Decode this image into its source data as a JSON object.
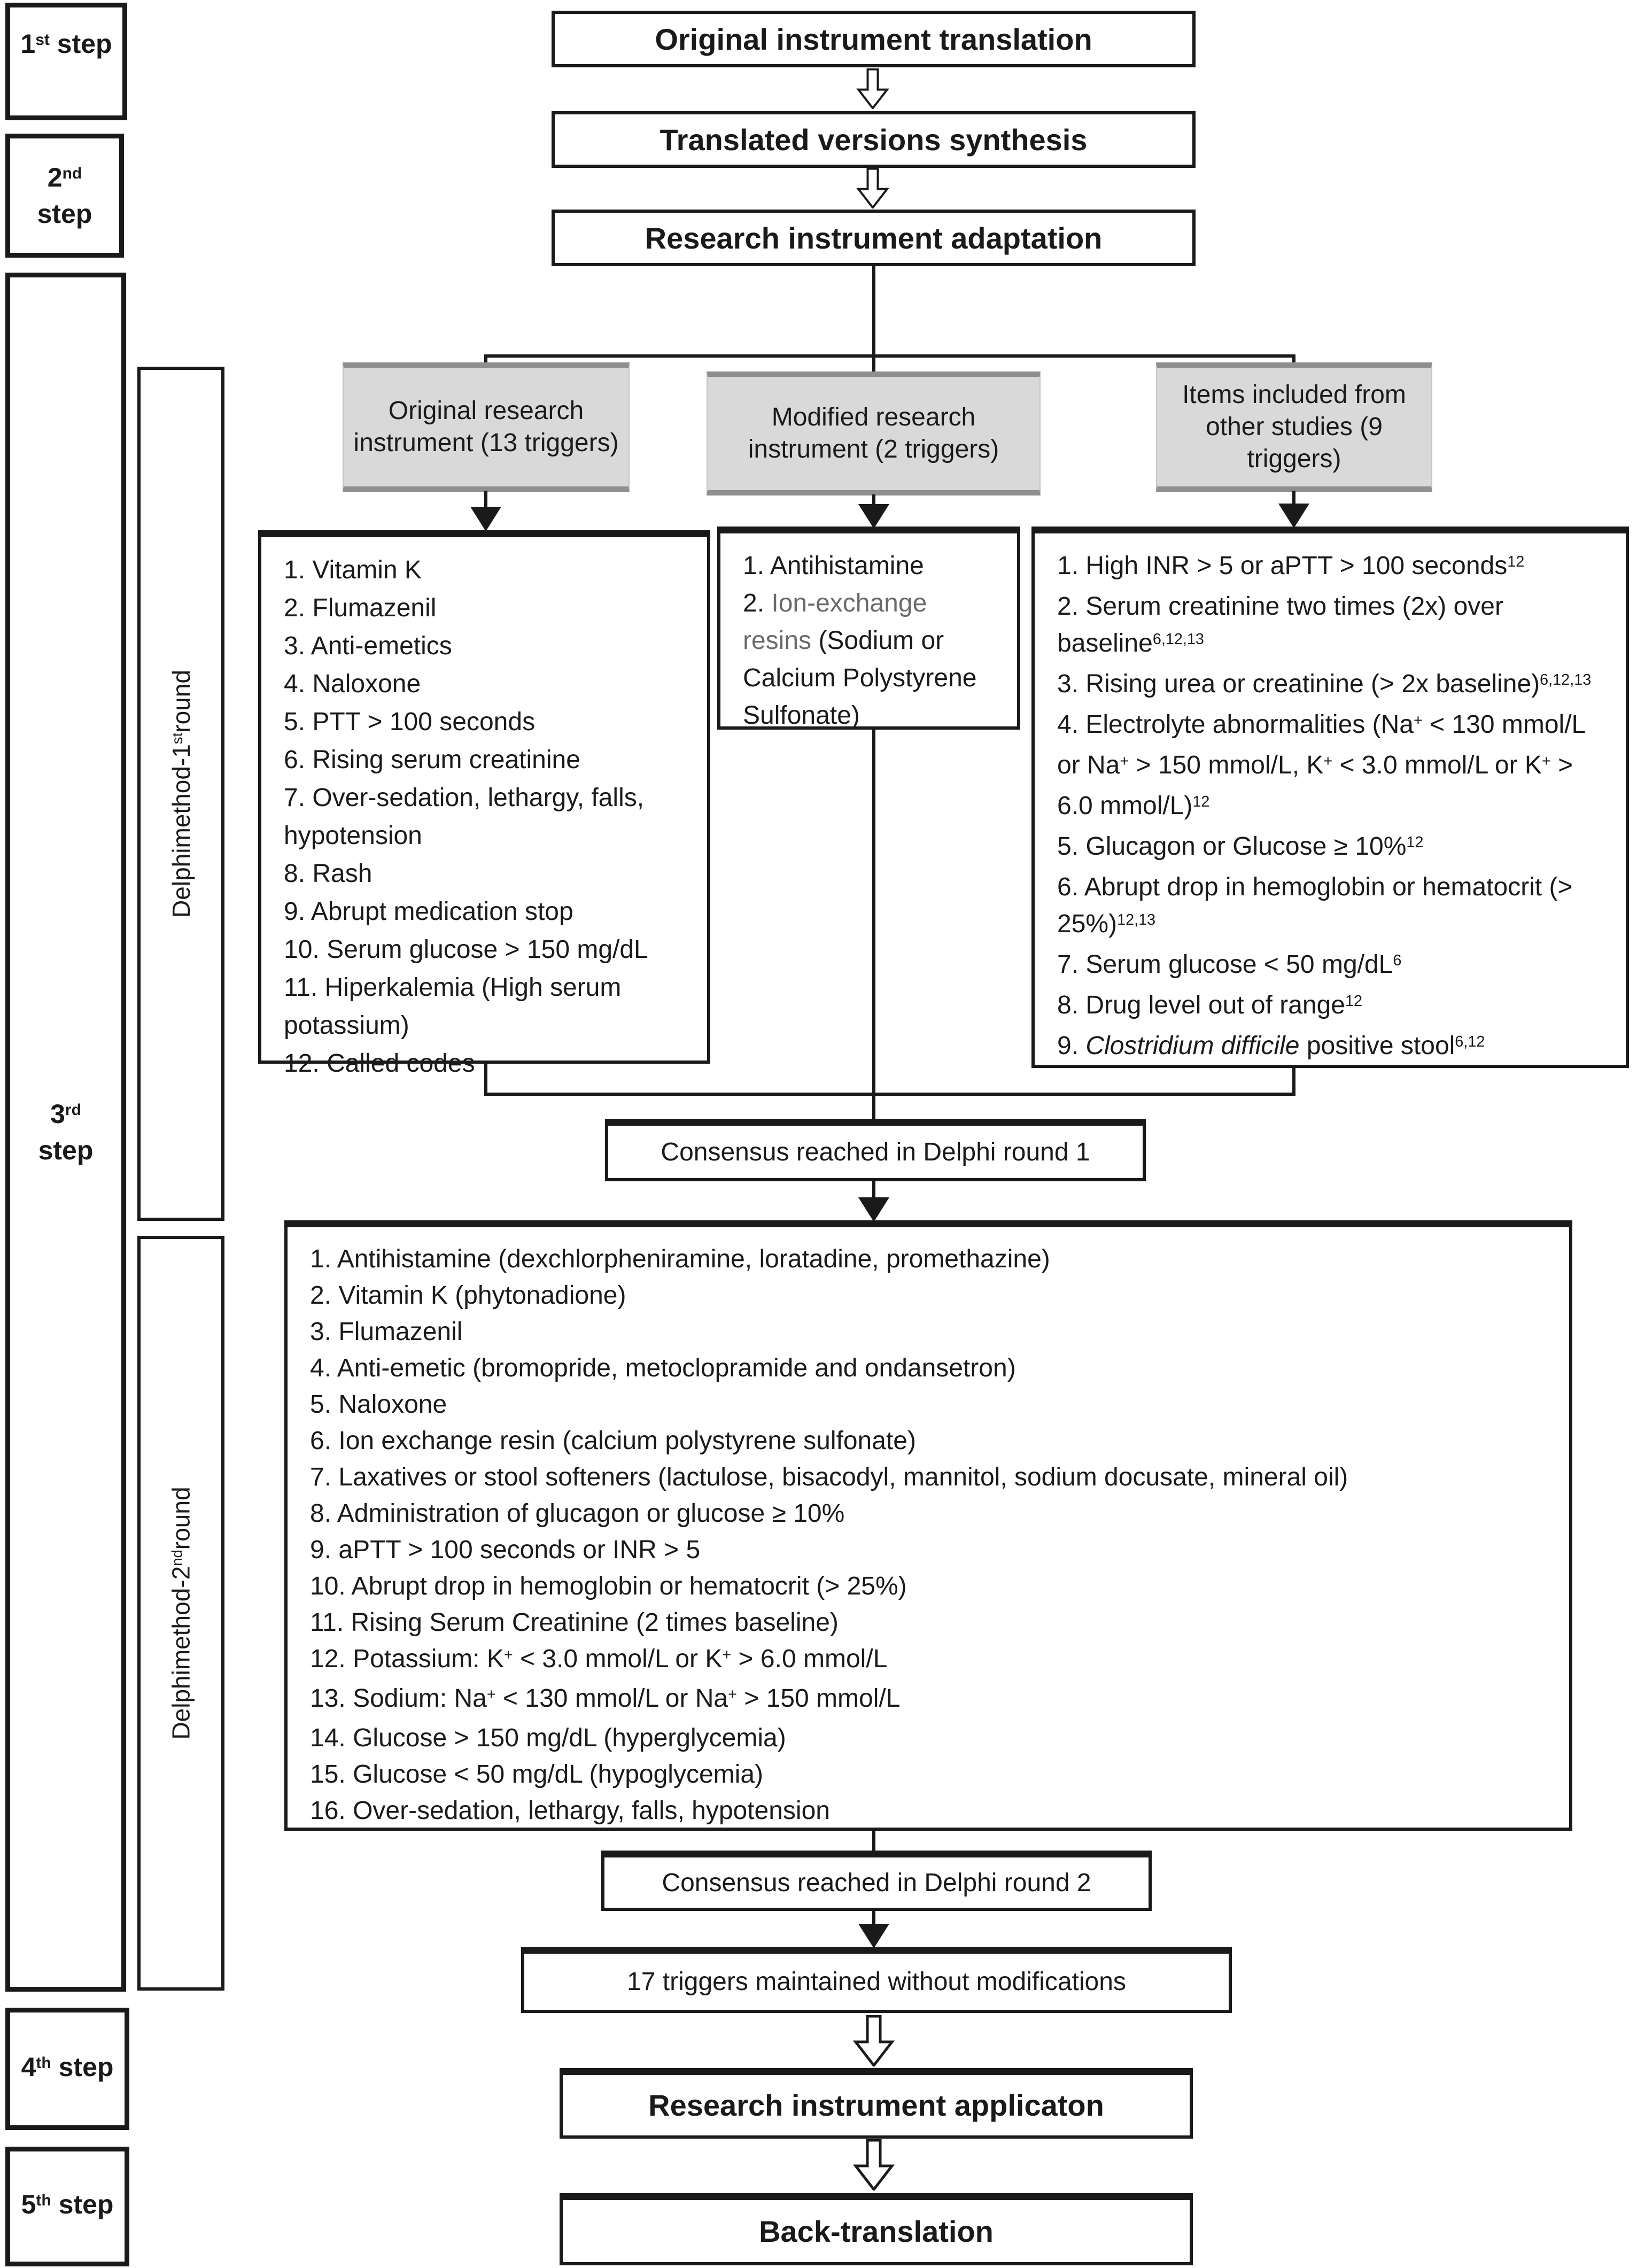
{
  "diagram": {
    "steps": [
      {
        "label": "1<sup>st</sup> step"
      },
      {
        "label": "2<sup>nd</sup><br>step"
      },
      {
        "label": "3<sup>rd</sup><br>step"
      },
      {
        "label": "4<sup>th</sup> step"
      },
      {
        "label": "5<sup>th</sup> step"
      }
    ],
    "rounds": [
      {
        "label": "Delphimethod-1<sup>st</sup>round"
      },
      {
        "label": "Delphimethod-2<sup>nd</sup>round"
      }
    ],
    "top_flow": [
      {
        "label": "Original instrument translation"
      },
      {
        "label": "Translated versions synthesis"
      },
      {
        "label": "Research instrument adaptation"
      }
    ],
    "branches": [
      {
        "label": "Original research instrument (13 triggers)",
        "items": [
          "1. Vitamin K",
          "2. Flumazenil",
          "3. Anti-emetics",
          "4. Naloxone",
          "5. PTT &gt; 100 seconds",
          "6. Rising serum creatinine",
          "7. Over-sedation, lethargy, falls, hypotension",
          "8. Rash",
          "9. Abrupt medication stop",
          "10. Serum glucose &gt; 150 mg/dL",
          "11. Hiperkalemia (High serum potassium)",
          "12. Called codes"
        ]
      },
      {
        "label": "Modified research instrument (2 triggers)",
        "items": [
          "1. Antihistamine",
          "2. <span class=\"dim\">Ion-exchange resins</span> (Sodium or Calcium Polystyrene Sulfonate)"
        ]
      },
      {
        "label": "Items included from other studies (9 triggers)",
        "items": [
          "1. High INR &gt; 5 or aPTT &gt; 100 seconds<sup>12</sup>",
          "2. Serum creatinine two times (2x) over baseline<sup>6,12,13</sup>",
          "3. Rising urea or creatinine (&gt; 2x baseline)<sup>6,12,13</sup>",
          "4. Electrolyte abnormalities (Na<sup>+</sup> &lt; 130 mmol/L or Na<sup>+</sup> &gt; 150 mmol/L, K<sup>+</sup> &lt; 3.0 mmol/L or K<sup>+</sup> &gt; 6.0 mmol/L)<sup>12</sup>",
          "5. Glucagon or Glucose &#8805; 10%<sup>12</sup>",
          "6. Abrupt drop in hemoglobin or hematocrit (&gt; 25%)<sup>12,13</sup>",
          "7. Serum glucose &lt; 50 mg/dL<sup>6</sup>",
          "8. Drug level out of range<sup>12</sup>",
          "9. <i>Clostridium difficile</i> positive stool<sup>6,12</sup>"
        ]
      }
    ],
    "consensus1": "Consensus reached in Delphi round 1",
    "round2_items": [
      "1. Antihistamine (dexchlorpheniramine, loratadine, promethazine)",
      "2. Vitamin K (phytonadione)",
      "3. Flumazenil",
      "4. Anti-emetic (bromopride, metoclopramide and ondansetron)",
      "5. Naloxone",
      "6. Ion exchange resin (calcium polystyrene sulfonate)",
      "7. Laxatives or stool softeners (lactulose, bisacodyl, mannitol, sodium docusate, mineral oil)",
      "8. Administration of glucagon or glucose &#8805; 10%",
      "9. aPTT &gt; 100 seconds or INR &gt; 5",
      "10. Abrupt drop in hemoglobin or hematocrit (&gt; 25%)",
      "11. Rising Serum Creatinine (2 times baseline)",
      "12. Potassium: K<sup>+</sup> &lt; 3.0 mmol/L or K<sup>+</sup> &gt; 6.0 mmol/L",
      "13. Sodium: Na<sup>+</sup> &lt; 130 mmol/L or Na<sup>+</sup> &gt; 150 mmol/L",
      "14. Glucose &gt; 150 mg/dL (hyperglycemia)",
      "15. Glucose &lt; 50 mg/dL (hypoglycemia)",
      "16. Over-sedation, lethargy, falls, hypotension"
    ],
    "consensus2": "Consensus reached in Delphi round 2",
    "maintained": "17 triggers maintained without modifications",
    "application": "Research instrument applicaton",
    "back_translation": "Back-translation",
    "colors": {
      "ink": "#1a1a1a",
      "gray_box_fill": "#d9d9d9",
      "gray_box_border": "#8f8f8f",
      "dim_text": "#6a6a6a"
    }
  }
}
